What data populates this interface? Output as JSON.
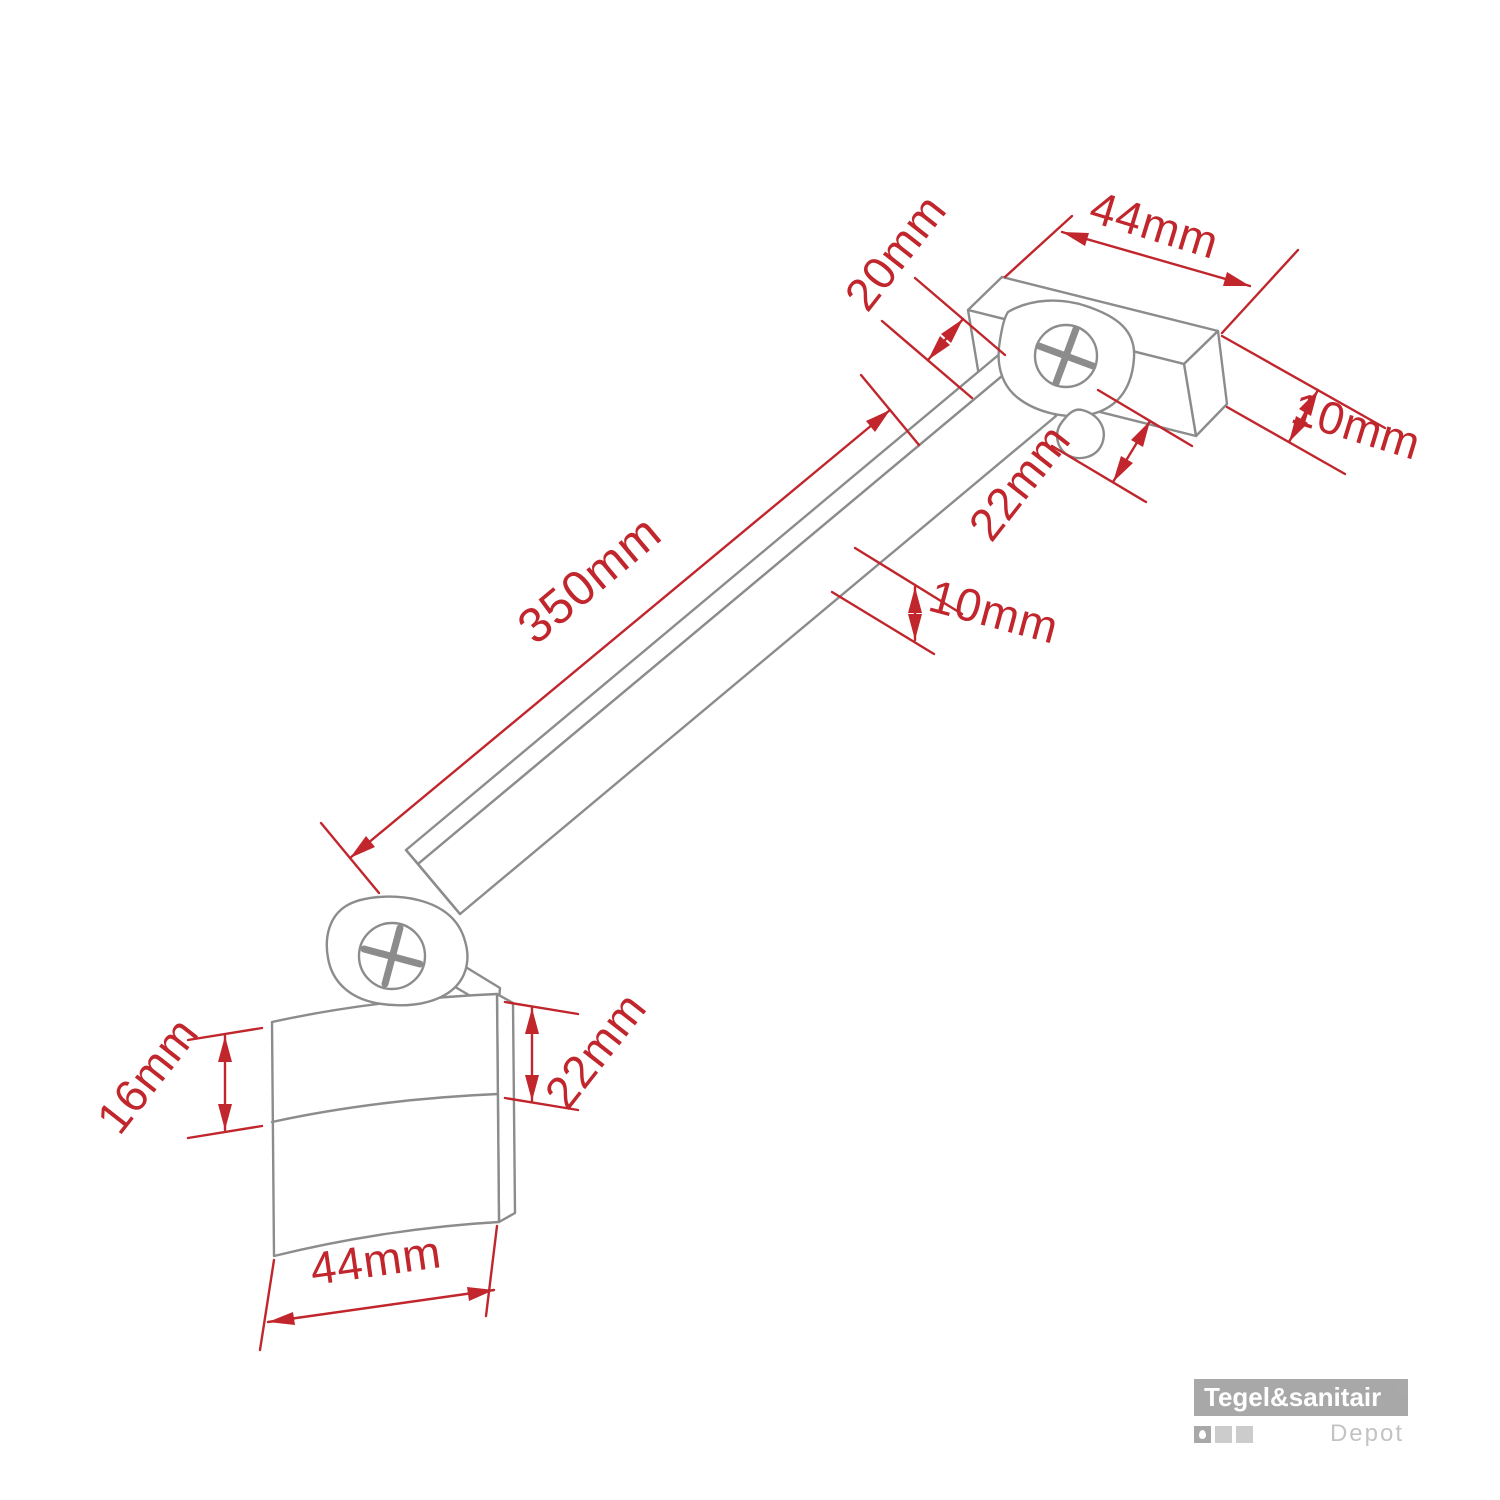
{
  "colors": {
    "dimension": "#c0262c",
    "ink": "#8c8c8c",
    "background": "#ffffff"
  },
  "dimensions": {
    "wall_bracket_width": "44mm",
    "bar_width": "20mm",
    "wall_bracket_depth": "10mm",
    "pivot_height": "22mm",
    "bar_length": "350mm",
    "bar_thickness": "10mm",
    "glass_clamp_top": "16mm",
    "glass_clamp_side": "22mm",
    "glass_clamp_width": "44mm"
  },
  "watermark": {
    "brand": "Tegel&sanitair",
    "sub": "Depot"
  }
}
